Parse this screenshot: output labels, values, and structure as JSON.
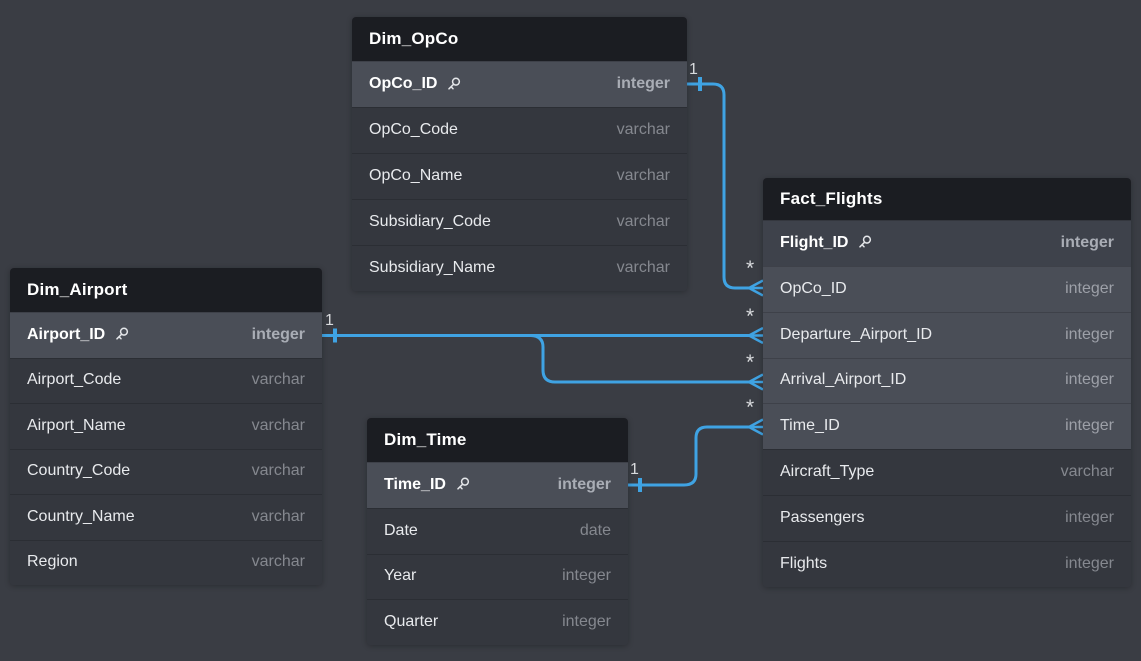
{
  "app": {
    "view": "database-schema-diagram-canvas"
  },
  "diagram": {
    "colors": {
      "canvas_bg": "#3a3d44",
      "table_header_bg": "#1b1d22",
      "table_row_bg": "#34373e",
      "row_highlight_bg": "#4a4e57",
      "fact_pk_row_bg": "#3e424b",
      "relationship_line": "#3fa3e3",
      "field_text": "#e8eaed",
      "type_text": "#85888f"
    },
    "icons": {
      "primary_key": "key-icon"
    },
    "tables": [
      {
        "name": "Dim_OpCo",
        "fields": [
          {
            "name": "OpCo_ID",
            "type": "integer",
            "pk": true
          },
          {
            "name": "OpCo_Code",
            "type": "varchar"
          },
          {
            "name": "OpCo_Name",
            "type": "varchar"
          },
          {
            "name": "Subsidiary_Code",
            "type": "varchar"
          },
          {
            "name": "Subsidiary_Name",
            "type": "varchar"
          }
        ]
      },
      {
        "name": "Dim_Airport",
        "fields": [
          {
            "name": "Airport_ID",
            "type": "integer",
            "pk": true
          },
          {
            "name": "Airport_Code",
            "type": "varchar"
          },
          {
            "name": "Airport_Name",
            "type": "varchar"
          },
          {
            "name": "Country_Code",
            "type": "varchar"
          },
          {
            "name": "Country_Name",
            "type": "varchar"
          },
          {
            "name": "Region",
            "type": "varchar"
          }
        ]
      },
      {
        "name": "Dim_Time",
        "fields": [
          {
            "name": "Time_ID",
            "type": "integer",
            "pk": true
          },
          {
            "name": "Date",
            "type": "date"
          },
          {
            "name": "Year",
            "type": "integer"
          },
          {
            "name": "Quarter",
            "type": "integer"
          }
        ]
      },
      {
        "name": "Fact_Flights",
        "fields": [
          {
            "name": "Flight_ID",
            "type": "integer",
            "pk": true
          },
          {
            "name": "OpCo_ID",
            "type": "integer",
            "fk": true
          },
          {
            "name": "Departure_Airport_ID",
            "type": "integer",
            "fk": true
          },
          {
            "name": "Arrival_Airport_ID",
            "type": "integer",
            "fk": true
          },
          {
            "name": "Time_ID",
            "type": "integer",
            "fk": true
          },
          {
            "name": "Aircraft_Type",
            "type": "varchar"
          },
          {
            "name": "Passengers",
            "type": "integer"
          },
          {
            "name": "Flights",
            "type": "integer"
          }
        ]
      }
    ],
    "relationships": [
      {
        "from_table": "Dim_OpCo",
        "from_field": "OpCo_ID",
        "to_table": "Fact_Flights",
        "to_field": "OpCo_ID",
        "label_one": "1",
        "label_many": "*"
      },
      {
        "from_table": "Dim_Airport",
        "from_field": "Airport_ID",
        "to_table": "Fact_Flights",
        "to_field": "Departure_Airport_ID",
        "label_one": "1",
        "label_many": "*"
      },
      {
        "from_table": "Dim_Airport",
        "from_field": "Airport_ID",
        "to_table": "Fact_Flights",
        "to_field": "Arrival_Airport_ID",
        "label_one": "1",
        "label_many": "*"
      },
      {
        "from_table": "Dim_Time",
        "from_field": "Time_ID",
        "to_table": "Fact_Flights",
        "to_field": "Time_ID",
        "label_one": "1",
        "label_many": "*"
      }
    ]
  }
}
